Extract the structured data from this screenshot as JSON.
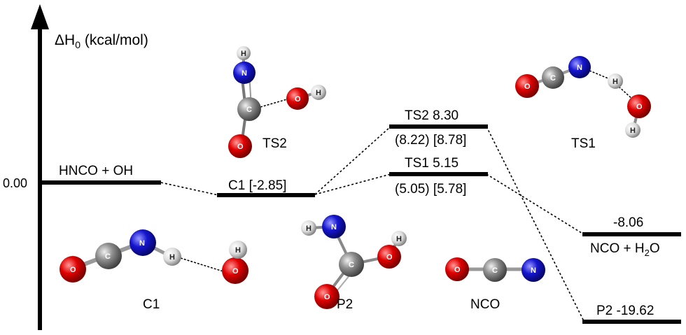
{
  "axis": {
    "label_delta": "ΔH",
    "label_sub": "0",
    "label_unit": " (kcal/mol)",
    "zero_tick": "0.00"
  },
  "levels": {
    "reactants": {
      "name": "HNCO + OH",
      "energy": 0.0
    },
    "c1": {
      "label": "C1  [-2.85]",
      "energy": -2.85
    },
    "ts2": {
      "label": "TS2  8.30",
      "sub": "(8.22)  [8.78]",
      "energy": 8.3
    },
    "ts1": {
      "label": "TS1  5.15",
      "sub": "(5.05)  [5.78]",
      "energy": 5.15
    },
    "nco_h2o": {
      "value": "-8.06",
      "name_pre": "NCO + H",
      "name_sub": "2",
      "name_post": "O",
      "energy": -8.06
    },
    "p2": {
      "label": "P2  -19.62",
      "energy": -19.62
    }
  },
  "structures": {
    "ts2": "TS2",
    "ts1": "TS1",
    "c1": "C1",
    "p2": "P2",
    "nco": "NCO"
  },
  "atoms": {
    "H": "H",
    "N": "N",
    "C": "C",
    "O": "O"
  },
  "colors": {
    "oxygen": "#e00000",
    "nitrogen": "#1515d0",
    "carbon": "#8c8c8c",
    "hydrogen": "#e6e6e6"
  }
}
